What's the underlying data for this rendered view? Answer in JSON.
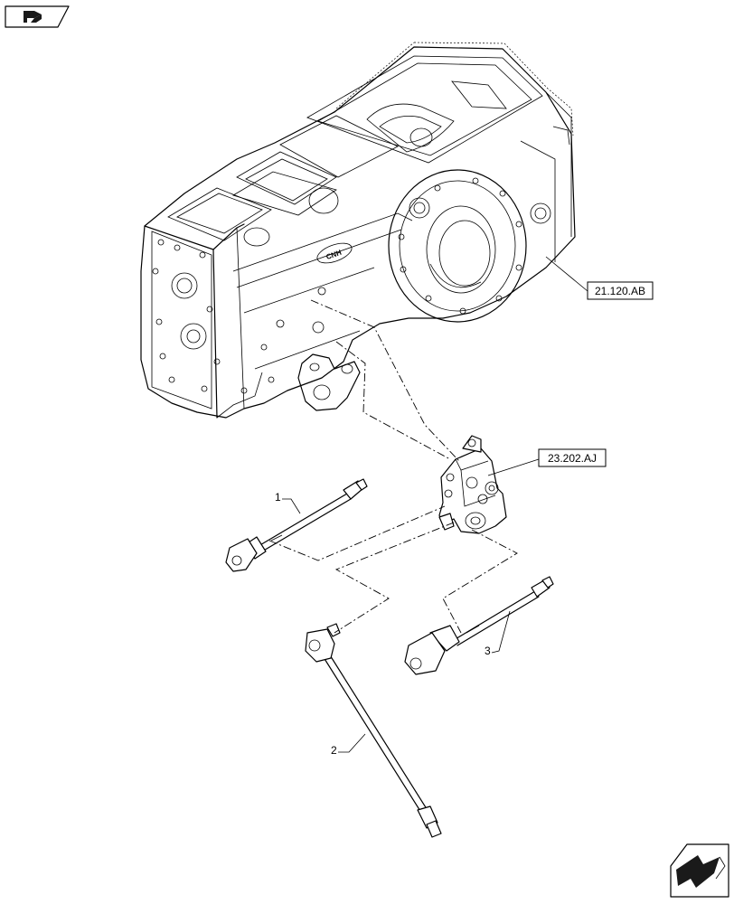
{
  "icons": {
    "top_left": "view-toggle-icon",
    "bottom_right": "next-page-icon"
  },
  "references": {
    "housing_ref": "21.120.AB",
    "valve_ref": "23.202.AJ"
  },
  "callouts": {
    "item_1": "1",
    "item_2": "2",
    "item_3": "3"
  }
}
